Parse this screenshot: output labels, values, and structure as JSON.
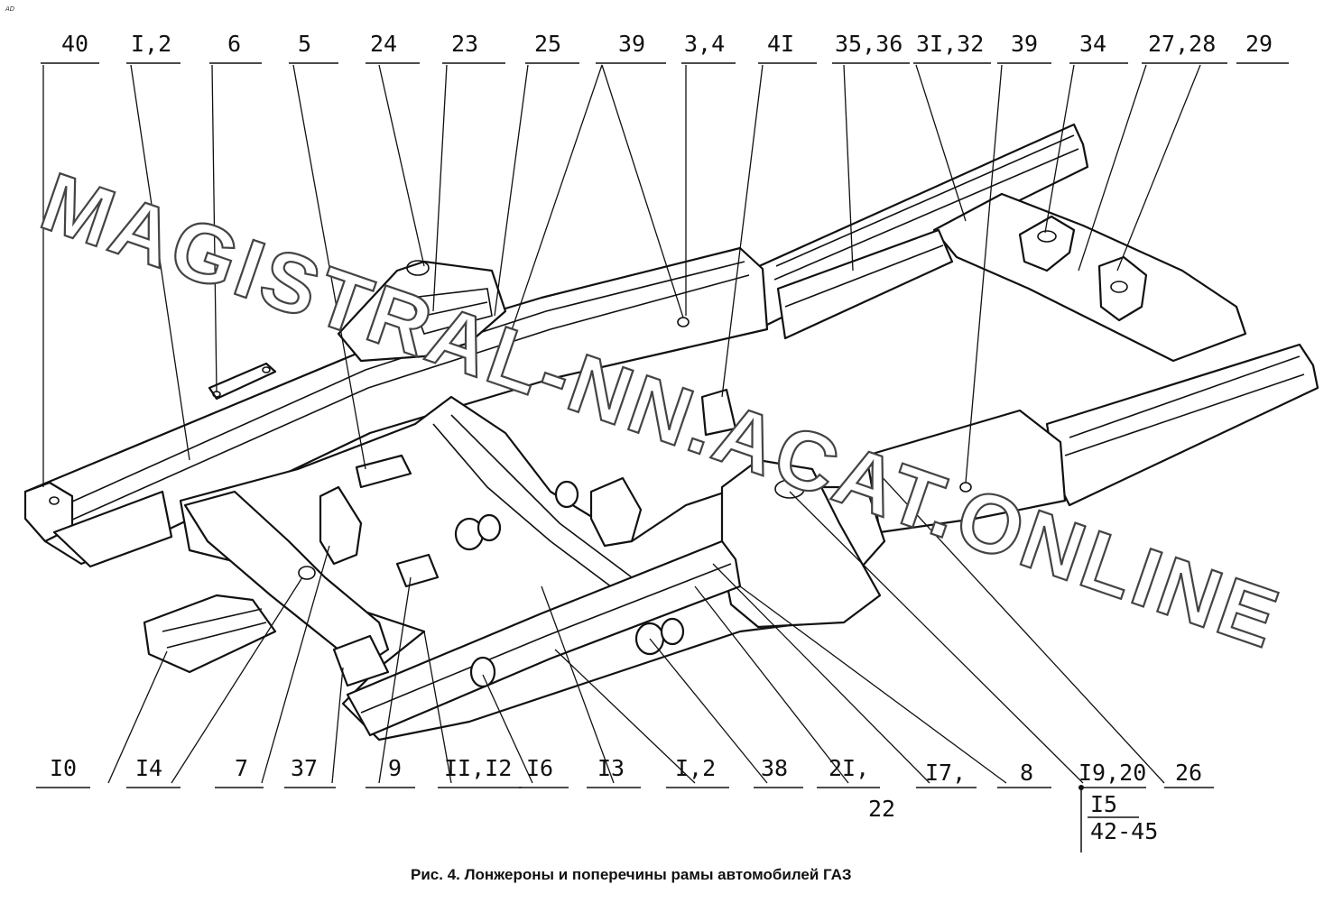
{
  "corner_mark": "AD",
  "watermark": "MAGISTRAL-NN.ACAT.ONLINE",
  "caption": "Рис. 4. Лонжероны и поперечины рамы автомобилей ГАЗ",
  "top_labels": [
    "40",
    "I,2",
    "6",
    "5",
    "24",
    "23",
    "25",
    "39",
    "3,4",
    "4I",
    "35,36",
    "3I,32",
    "39",
    "34",
    "27,28",
    "29"
  ],
  "bottom_labels": [
    "I0",
    "I4",
    "7",
    "37",
    "9",
    "II,I2",
    "I6",
    "I3",
    "I,2",
    "38",
    "2I,",
    "22",
    "I7,",
    "8",
    "I9,20",
    "26",
    "I5",
    "42-45"
  ],
  "colors": {
    "ink": "#111111",
    "paper": "#ffffff",
    "watermark_outline": "#444444"
  }
}
